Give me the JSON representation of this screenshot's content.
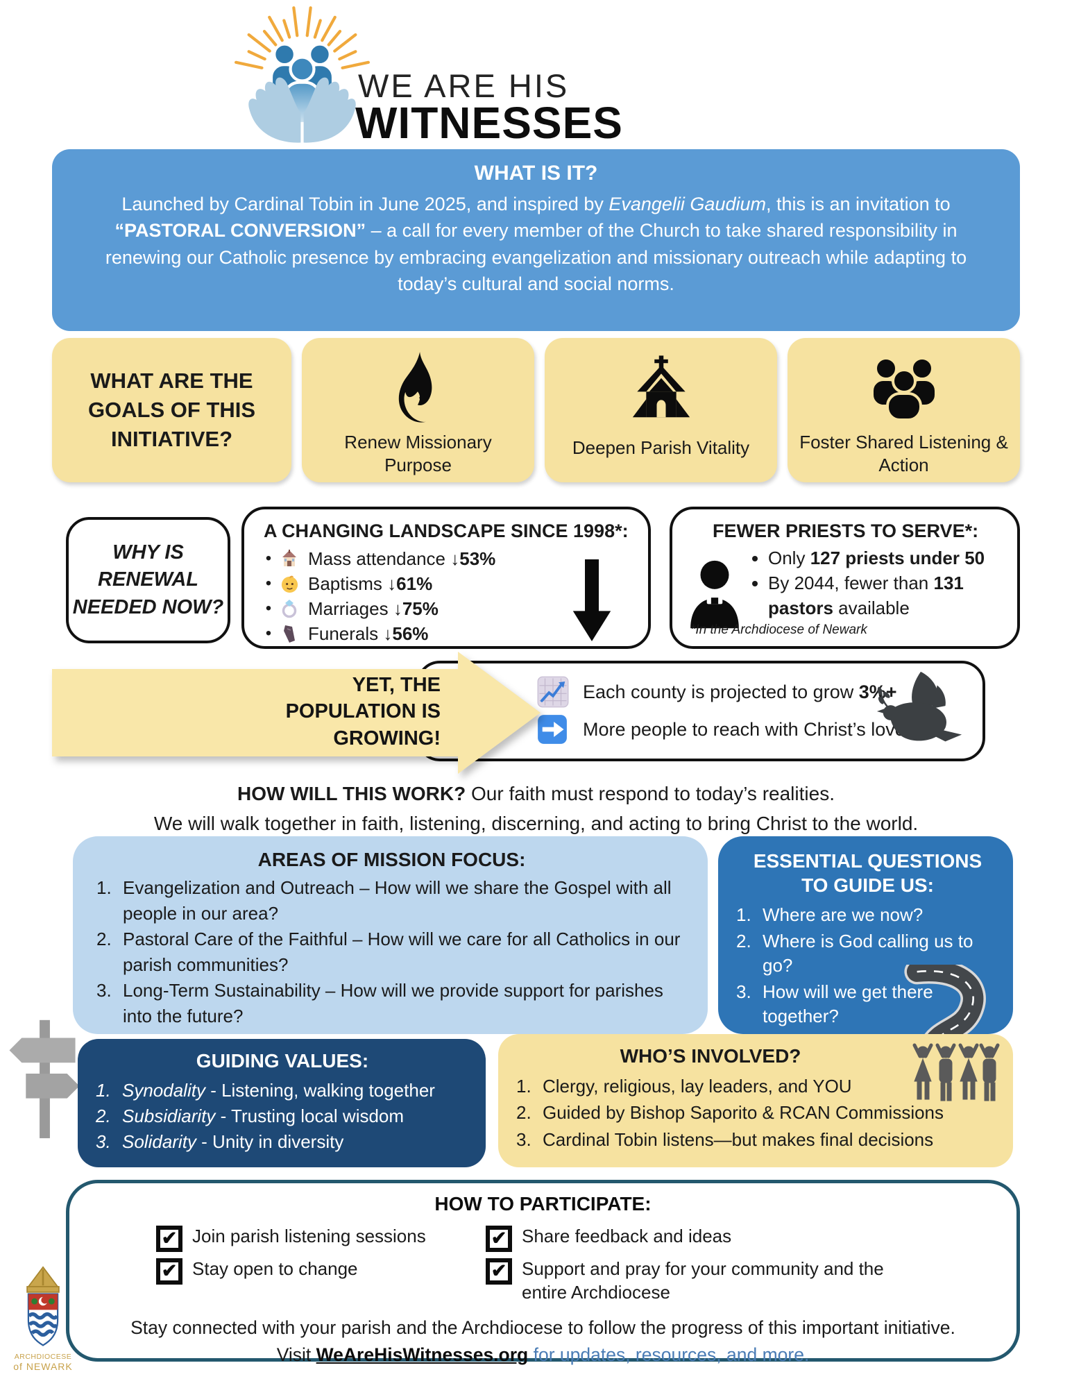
{
  "colors": {
    "header_blue": "#5B9BD5",
    "panel_yellow": "#F6E2A0",
    "light_blue_panel": "#BDD7EE",
    "mid_blue_panel": "#2E75B6",
    "navy_panel": "#1E4976",
    "participate_border": "#23586E",
    "footer_link_blue": "#4A7CB5",
    "logo_ray_orange": "#F0A93C",
    "logo_people_blue": "#2F7AAE",
    "logo_hands_blue": "#AECDE2"
  },
  "logo": {
    "title_line1": "WE ARE HIS",
    "title_line2": "WITNESSES"
  },
  "what_is_it": {
    "title": "WHAT IS IT?",
    "body": [
      "Launched by Cardinal Tobin in June 2025, and inspired by ",
      "Evangelii Gaudium",
      ", this is an invitation to ",
      "“PASTORAL CONVERSION”",
      " – a call for every member of the Church to take shared responsibility in renewing our Catholic presence by embracing evangelization and missionary outreach while adapting to today’s cultural and social norms."
    ]
  },
  "goals": {
    "question": "WHAT ARE THE GOALS OF THIS INITIATIVE?",
    "items": [
      {
        "icon": "flame-icon",
        "label": "Renew Missionary Purpose"
      },
      {
        "icon": "church-icon",
        "label": "Deepen Parish Vitality"
      },
      {
        "icon": "group-icon",
        "label": "Foster Shared Listening & Action"
      }
    ]
  },
  "why_renewal": {
    "question": "WHY IS RENEWAL NEEDED NOW?",
    "landscape": {
      "title": "A CHANGING LANDSCAPE SINCE 1998*:",
      "stats": [
        {
          "icon": "church-emoji-icon",
          "label": "Mass attendance ↓ ",
          "value": "53%"
        },
        {
          "icon": "baby-emoji-icon",
          "label": "Baptisms ↓ ",
          "value": "61%"
        },
        {
          "icon": "ring-emoji-icon",
          "label": "Marriages ↓ ",
          "value": "75%"
        },
        {
          "icon": "coffin-emoji-icon",
          "label": "Funerals ↓ ",
          "value": "56%"
        }
      ]
    },
    "priests": {
      "title": "FEWER PRIESTS TO SERVE*:",
      "bullets": [
        {
          "pre": "Only ",
          "bold": "127 priests under 50",
          "post": ""
        },
        {
          "pre": "By 2044, fewer than ",
          "bold": "131 pastors",
          "post": " available"
        }
      ],
      "footnote": "*In the Archdiocese of Newark"
    }
  },
  "growth": {
    "arrow_text_line1": "YET, THE",
    "arrow_text_line2": "POPULATION IS",
    "arrow_text_line3": "GROWING!",
    "lines": [
      {
        "icon": "chart-increasing-icon",
        "pre": "Each county is projected to grow ",
        "bold": "3%+"
      },
      {
        "icon": "right-arrow-icon",
        "pre": "More people to reach with Christ’s love",
        "bold": ""
      }
    ]
  },
  "how_it_works": {
    "heading": "HOW WILL THIS WORK?",
    "lead": "  Our faith must respond to today’s realities.",
    "line2": "We will walk together in faith, listening, discerning, and acting to bring Christ to the world."
  },
  "mission_focus": {
    "title": "AREAS OF MISSION FOCUS:",
    "items": [
      {
        "num": "1.",
        "text": "Evangelization and Outreach – How will we share the Gospel with all people in our area?"
      },
      {
        "num": "2.",
        "text": "Pastoral Care of the Faithful – How will we care for all Catholics in our parish communities?"
      },
      {
        "num": "3.",
        "text": "Long-Term Sustainability – How will we provide support for parishes into the future?"
      }
    ]
  },
  "essential_questions": {
    "title_line1": "ESSENTIAL QUESTIONS",
    "title_line2": "TO GUIDE US:",
    "items": [
      {
        "num": "1.",
        "text": "Where are we now?"
      },
      {
        "num": "2.",
        "text": "Where is God calling us to go?"
      },
      {
        "num": "3.",
        "text": "How will we get there together?"
      }
    ]
  },
  "guiding_values": {
    "title": "GUIDING VALUES:",
    "items": [
      {
        "num": "1.",
        "term": "Synodality",
        "rest": " - Listening, walking together"
      },
      {
        "num": "2.",
        "term": "Subsidiarity",
        "rest": " - Trusting local wisdom"
      },
      {
        "num": "3.",
        "term": "Solidarity",
        "rest": " - Unity in diversity"
      }
    ]
  },
  "whos_involved": {
    "title": "WHO’S INVOLVED?",
    "items": [
      {
        "num": "1.",
        "text": "Clergy, religious, lay leaders, and YOU"
      },
      {
        "num": "2.",
        "text": "Guided by Bishop Saporito & RCAN Commissions"
      },
      {
        "num": "3.",
        "text": "Cardinal Tobin listens—but makes final decisions"
      }
    ]
  },
  "participate": {
    "title": "HOW TO PARTICIPATE:",
    "items": [
      "Join parish listening sessions",
      "Stay open to change",
      "Share feedback and ideas",
      "Support and pray for your community and the entire Archdiocese"
    ],
    "footer_line1": "Stay connected with your parish and the Archdiocese to follow the progress of this important initiative.",
    "footer_visit": "Visit ",
    "footer_link": "WeAreHisWitnesses.org",
    "footer_rest": " for updates, resources, and more."
  },
  "crest": {
    "line1": "ARCHDIOCESE",
    "line2": "of NEWARK"
  }
}
